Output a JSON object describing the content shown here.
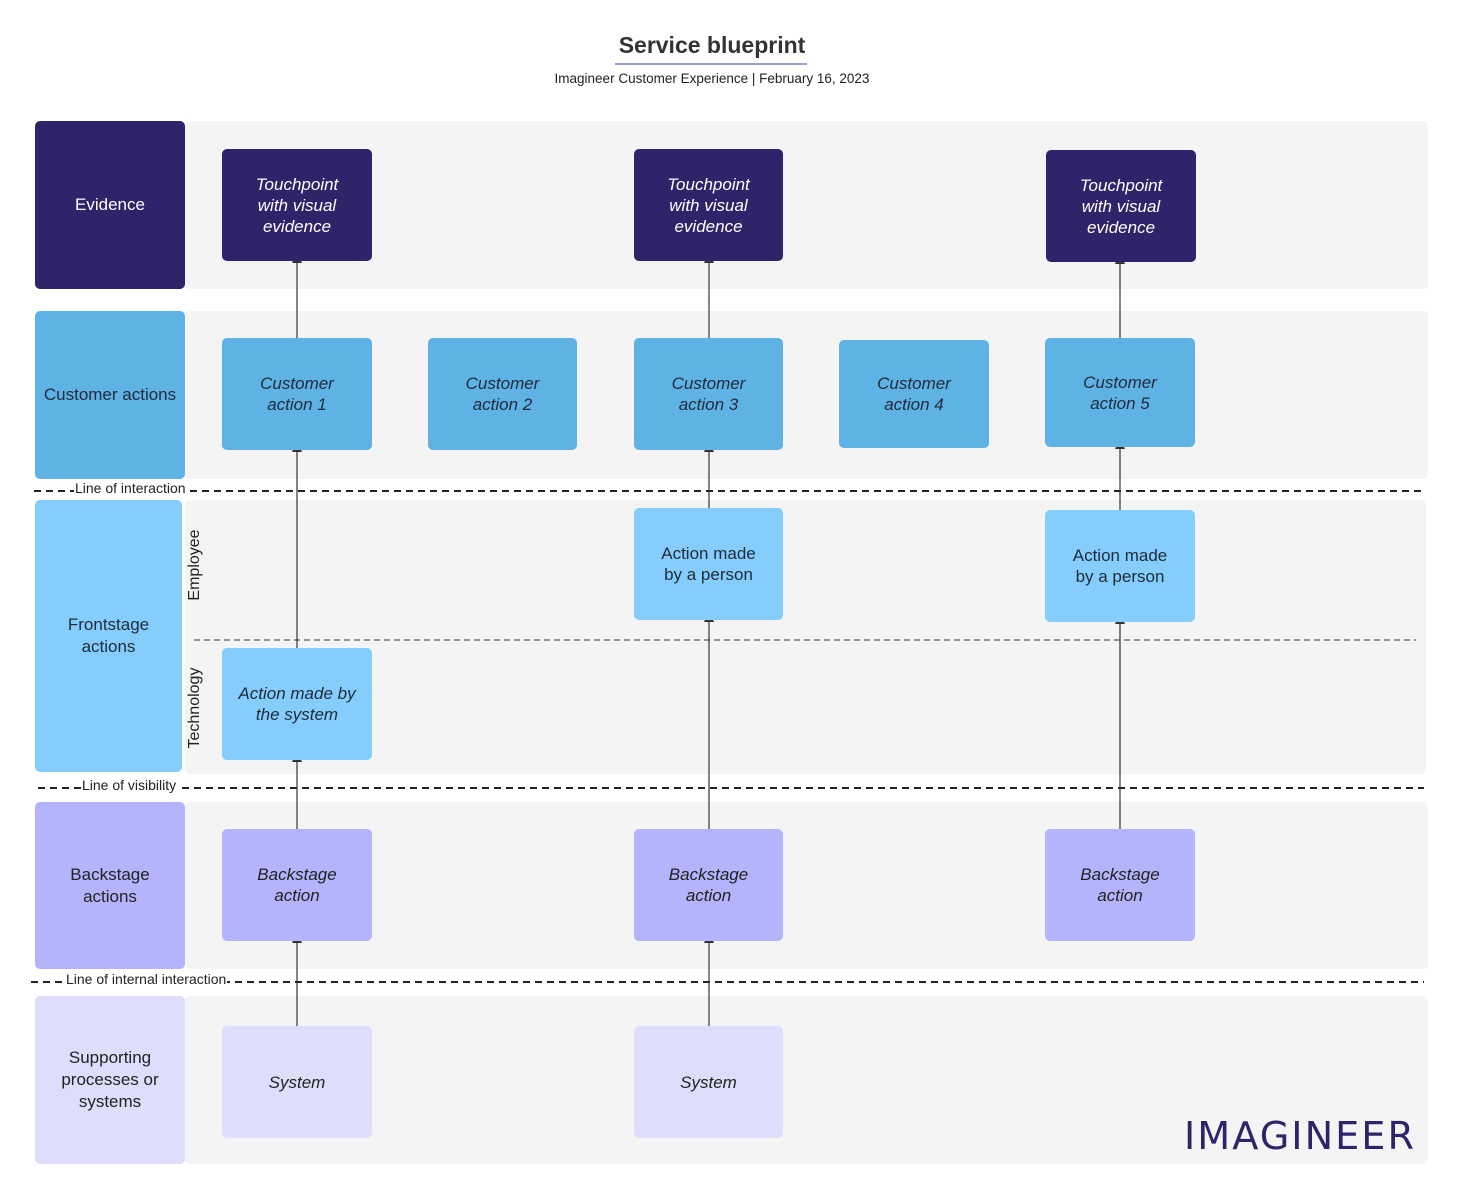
{
  "header": {
    "title": "Service blueprint",
    "subtitle": "Imagineer Customer Experience  |  February 16, 2023"
  },
  "lanes": {
    "evidence": "Evidence",
    "customer": "Customer actions",
    "frontstage": "Frontstage actions",
    "backstage": "Backstage actions",
    "support": "Supporting processes or systems"
  },
  "sublanes": {
    "employee": "Employee",
    "technology": "Technology"
  },
  "lines": {
    "interaction": "Line of interaction",
    "visibility": "Line of visibility",
    "internal": "Line of internal interaction"
  },
  "nodes": {
    "evidence": [
      "Touchpoint with visual evidence",
      "Touchpoint with visual evidence",
      "Touchpoint with visual evidence"
    ],
    "customer": [
      "Customer action 1",
      "Customer action 2",
      "Customer action 3",
      "Customer action 4",
      "Customer action 5"
    ],
    "employee": [
      "Action made by a person",
      "Action made by a person"
    ],
    "technology": [
      "Action made by the system"
    ],
    "backstage": [
      "Backstage action",
      "Backstage action",
      "Backstage action"
    ],
    "support": [
      "System",
      "System"
    ]
  },
  "logo": "IMAGINEER",
  "colors": {
    "evidence": "#30236a",
    "customer": "#5eb2e4",
    "frontstage": "#85cdfd",
    "backstage": "#b4b4fc",
    "support": "#dedefc",
    "band": "#f4f4f4"
  }
}
